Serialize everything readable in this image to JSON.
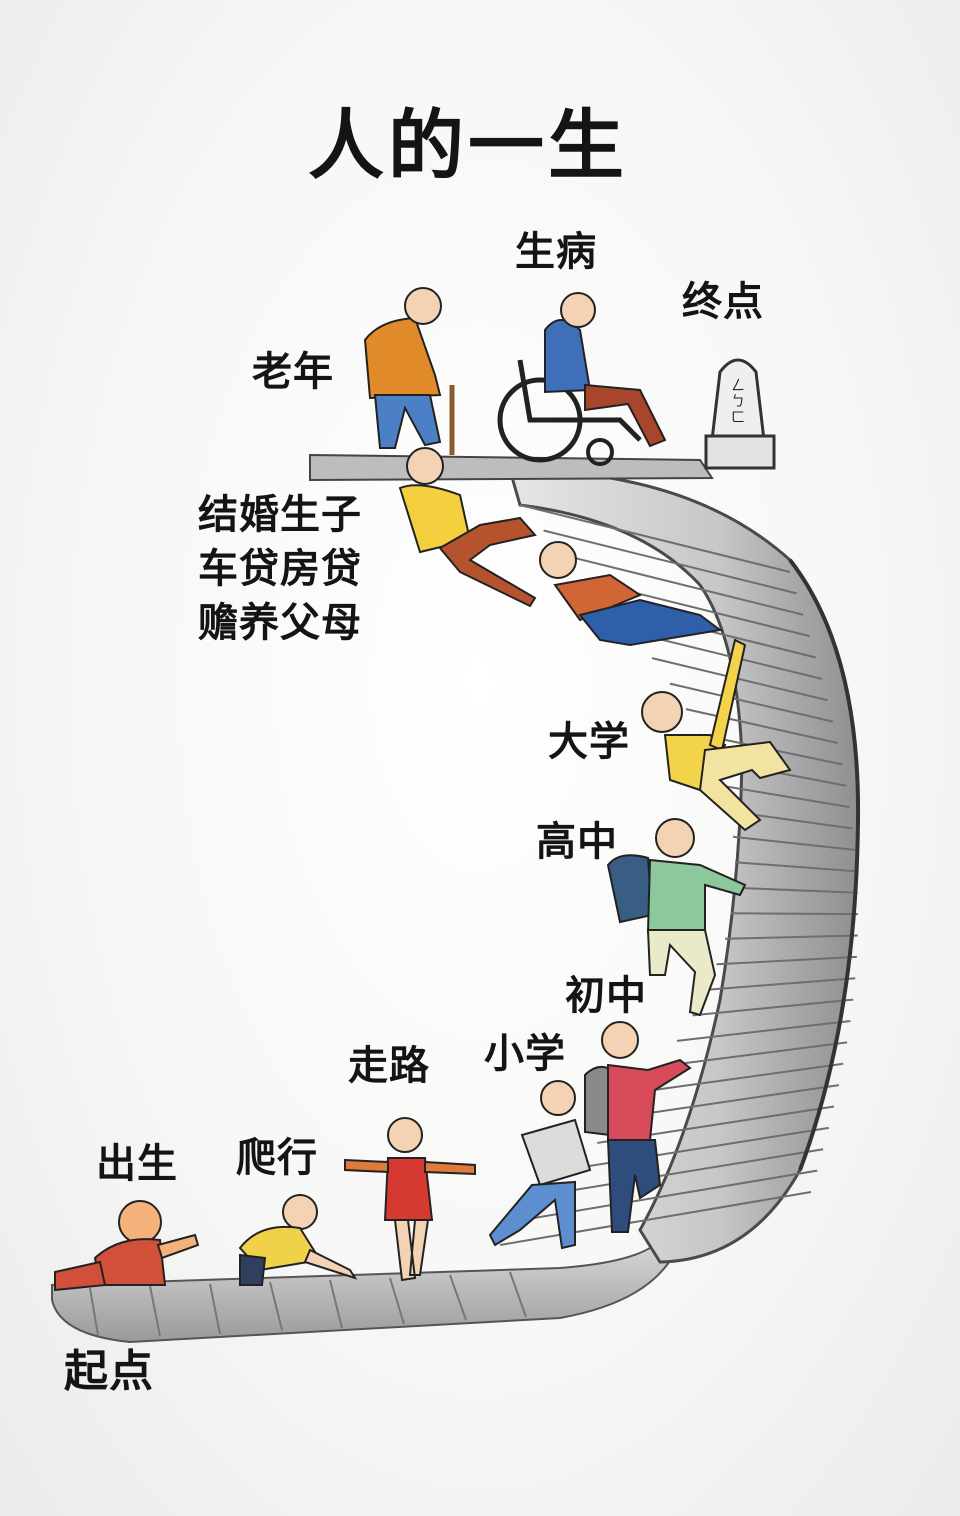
{
  "title": "人的一生",
  "stages": {
    "birth": "出生",
    "crawl": "爬行",
    "walk": "走路",
    "primary": "小学",
    "junior": "初中",
    "senior": "高中",
    "university": "大学",
    "adult": [
      "结婚生子",
      "车贷房贷",
      "赡养父母"
    ],
    "old_age": "老年",
    "illness": "生病",
    "end": "终点",
    "start": "起点"
  },
  "colors": {
    "stone": "#c9c9c9",
    "stone_dark": "#8c8c8c",
    "text": "#141414"
  }
}
